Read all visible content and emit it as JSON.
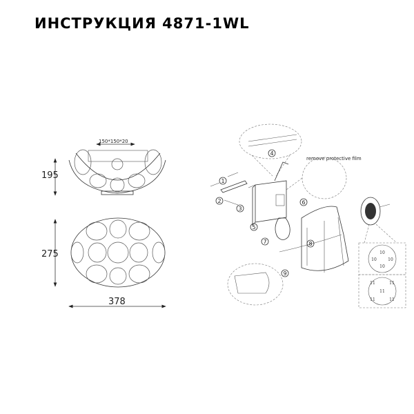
{
  "title": "ИНСТРУКЦИЯ 4871-1WL",
  "dimensions": {
    "mount_plate": "150*150*20",
    "height": "195",
    "depth": "275",
    "width": "378"
  },
  "assembly": {
    "note": "remove protective film",
    "steps": [
      "1",
      "2",
      "3",
      "4",
      "5",
      "6",
      "7",
      "8",
      "9"
    ],
    "shade_parts": {
      "a": "10",
      "b": "11"
    }
  }
}
